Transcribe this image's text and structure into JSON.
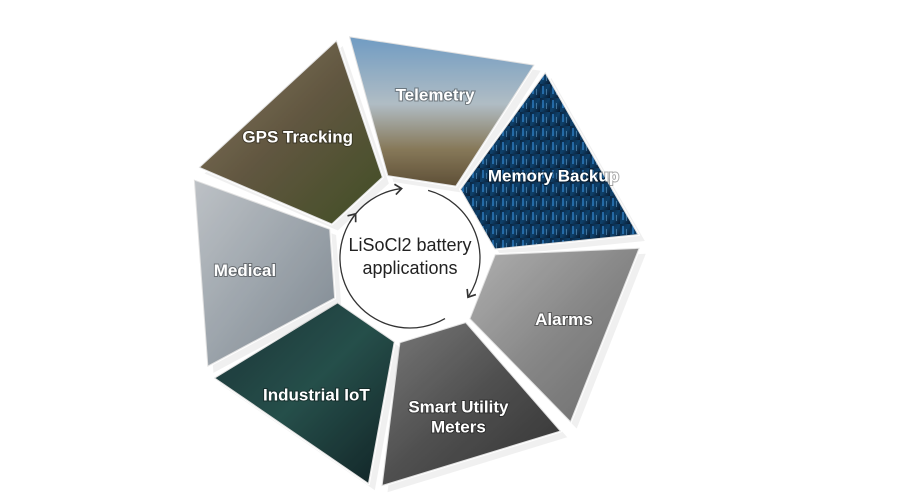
{
  "center": {
    "line1": "LiSoCl2 battery",
    "line2": "applications"
  },
  "segments": [
    {
      "id": "telemetry",
      "label": [
        "Telemetry"
      ]
    },
    {
      "id": "memory-backup",
      "label": [
        "Memory Backup"
      ]
    },
    {
      "id": "alarms",
      "label": [
        "Alarms"
      ]
    },
    {
      "id": "smart-utility-meters",
      "label": [
        "Smart Utility",
        "Meters"
      ]
    },
    {
      "id": "industrial-iot",
      "label": [
        "Industrial IoT"
      ]
    },
    {
      "id": "medical",
      "label": [
        "Medical"
      ]
    },
    {
      "id": "gps-tracking",
      "label": [
        "GPS Tracking"
      ]
    }
  ]
}
